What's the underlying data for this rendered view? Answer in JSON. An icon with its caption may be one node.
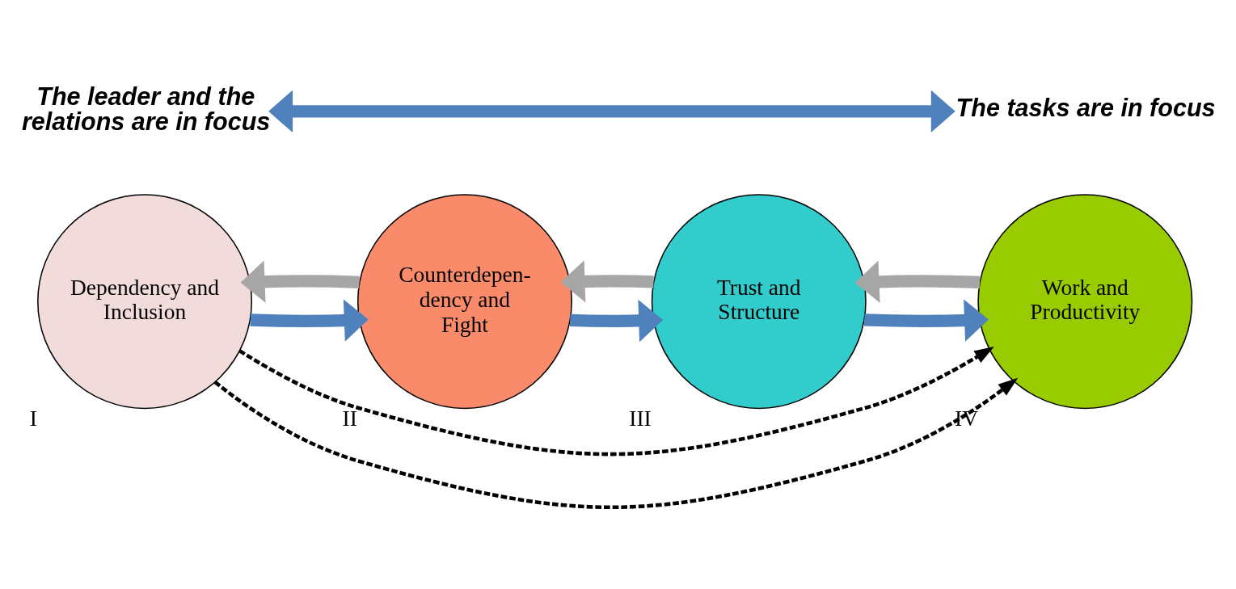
{
  "diagram": {
    "nodes": [
      {
        "text": [
          "Dependency and Inclusion"
        ],
        "beside": [
          "I"
        ]
      },
      {
        "text": [
          "Counterdepen- dency and Fight"
        ],
        "beside": [
          "II"
        ]
      },
      {
        "text": [
          "Trust and Structure"
        ],
        "beside": [
          "III"
        ]
      },
      {
        "text": [
          "Work and Productivity"
        ],
        "beside": [
          "IV"
        ]
      },
      {
        "text": [
          "The leader and the relations are in focus"
        ]
      },
      {
        "text": [
          "The tasks are in focus"
        ]
      }
    ],
    "edges": [
      {
        "from": 0,
        "to": 1,
        "arrow": "to"
      },
      {
        "from": 1,
        "to": 2,
        "arrow": "to"
      },
      {
        "from": 2,
        "to": 3,
        "arrow": "to"
      },
      {
        "from": 1,
        "to": 0,
        "arrow": "to",
        "color": "#a6a6a6"
      },
      {
        "from": 2,
        "to": 1,
        "arrow": "to",
        "color": "#a6a6a6"
      },
      {
        "from": 3,
        "to": 2,
        "arrow": "to",
        "color": "#a6a6a6"
      },
      {
        "from": 0,
        "to": 3,
        "arrow": "to",
        "style": "dashed",
        "color": "#000000"
      },
      {
        "from": 0,
        "to": 3,
        "arrow": "to",
        "style": "dashed",
        "color": "#000000"
      },
      {
        "from": 4,
        "to": 5,
        "arrow": "both"
      }
    ]
  }
}
